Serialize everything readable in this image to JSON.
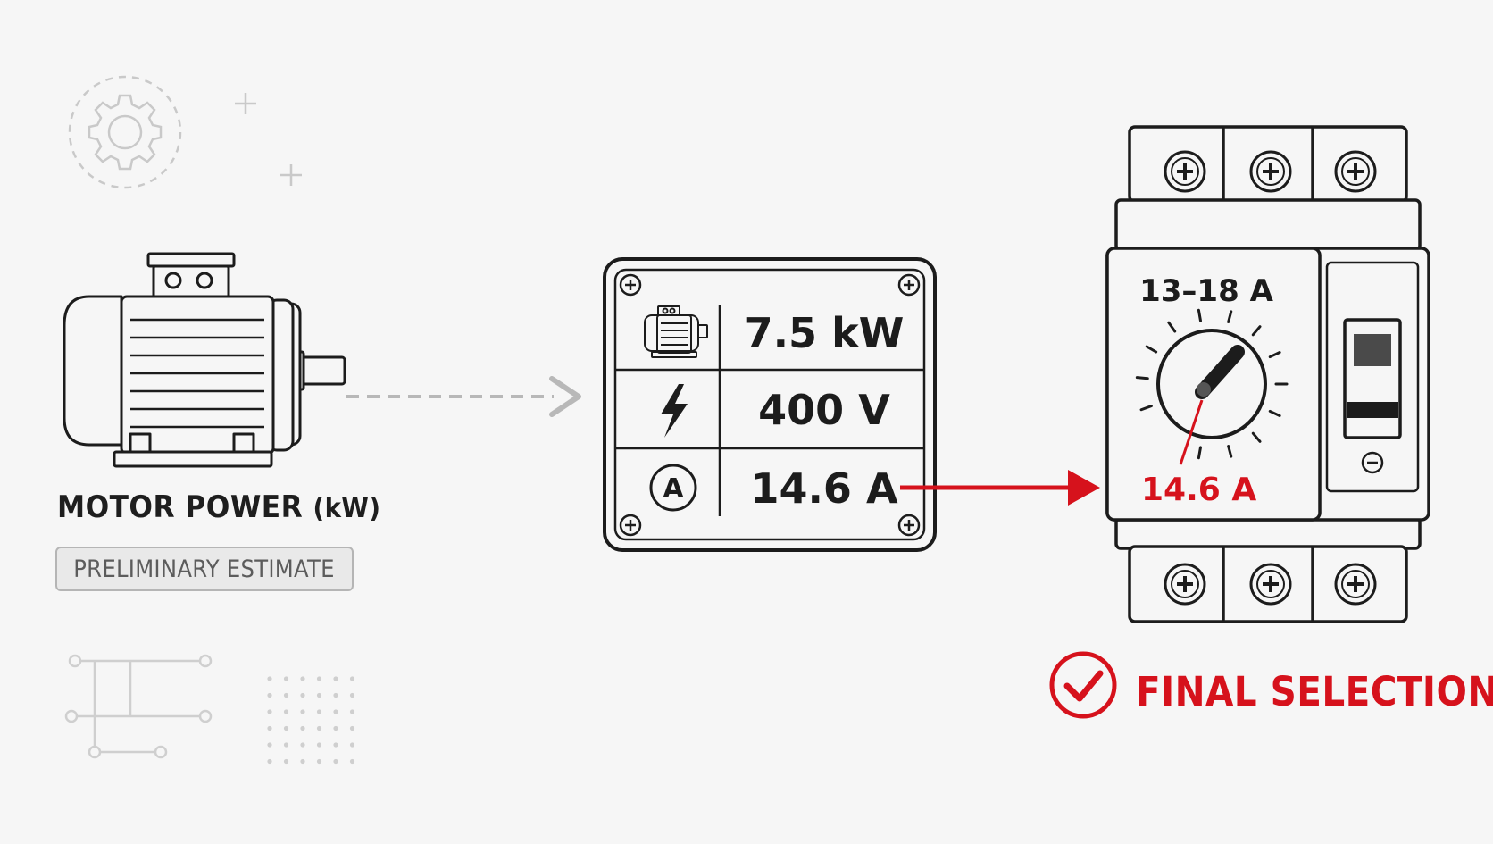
{
  "motor": {
    "title": "MOTOR POWER",
    "unit": "(kW)",
    "estimate_label": "PRELIMINARY ESTIMATE"
  },
  "nameplate": {
    "rows": [
      {
        "icon": "motor-icon",
        "value": "7.5 kW"
      },
      {
        "icon": "lightning-bolt-icon",
        "value": "400 V"
      },
      {
        "icon": "ampere-icon",
        "icon_text": "A",
        "value": "14.6 A"
      }
    ]
  },
  "breaker": {
    "range_label": "13–18 A",
    "setting_label": "14.6 A"
  },
  "final": {
    "label": "FINAL SELECTION",
    "icon": "check-circle-icon"
  },
  "colors": {
    "accent_red": "#d6121c",
    "line_dark": "#1c1c1c",
    "muted_gray": "#b8b8b8",
    "background": "#f6f6f6"
  }
}
